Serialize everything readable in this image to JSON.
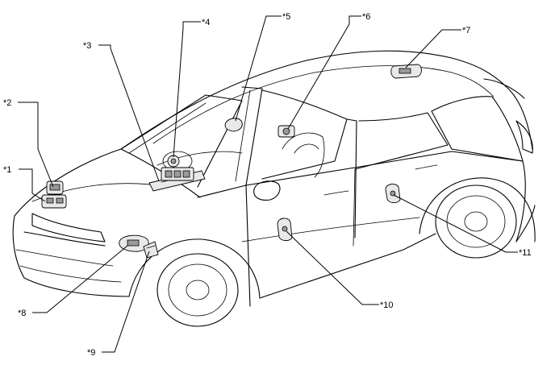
{
  "callouts": [
    {
      "id": "1",
      "label": "*1"
    },
    {
      "id": "2",
      "label": "*2"
    },
    {
      "id": "3",
      "label": "*3"
    },
    {
      "id": "4",
      "label": "*4"
    },
    {
      "id": "5",
      "label": "*5"
    },
    {
      "id": "6",
      "label": "*6"
    },
    {
      "id": "7",
      "label": "*7"
    },
    {
      "id": "8",
      "label": "*8"
    },
    {
      "id": "9",
      "label": "*9"
    },
    {
      "id": "10",
      "label": "*10"
    },
    {
      "id": "11",
      "label": "*11"
    }
  ]
}
